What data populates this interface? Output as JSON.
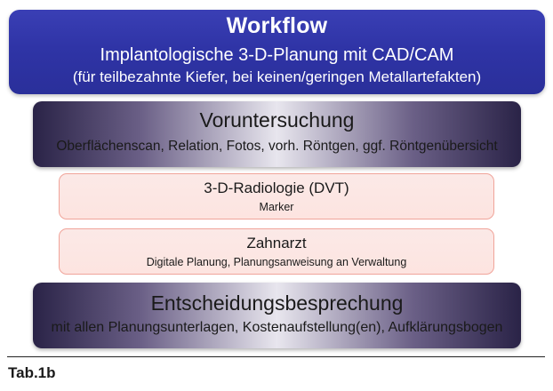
{
  "workflow": {
    "title": "Workflow",
    "line1": "Implantologische 3-D-Planung mit CAD/CAM",
    "line2": "(für teilbezahnte Kiefer, bei keinen/geringen Metallartefakten)"
  },
  "steps": [
    {
      "title": "Voruntersuchung",
      "subtitle": "Oberflächenscan, Relation, Fotos, vorh. Röntgen, ggf. Röntgenübersicht"
    },
    {
      "title": "3-D-Radiologie (DVT)",
      "subtitle": "Marker"
    },
    {
      "title": "Zahnarzt",
      "subtitle": "Digitale Planung, Planungsanweisung an Verwaltung"
    },
    {
      "title": "Entscheidungsbesprechung",
      "subtitle": "mit allen Planungsunterlagen, Kostenaufstellung(en), Aufklärungsbogen"
    }
  ],
  "caption": "Tab.1b",
  "colors": {
    "header_blue": "#2f34a6",
    "dark_box": "#2a2347",
    "pink_fill": "#fde4e0",
    "pink_border": "#f0a49a"
  }
}
